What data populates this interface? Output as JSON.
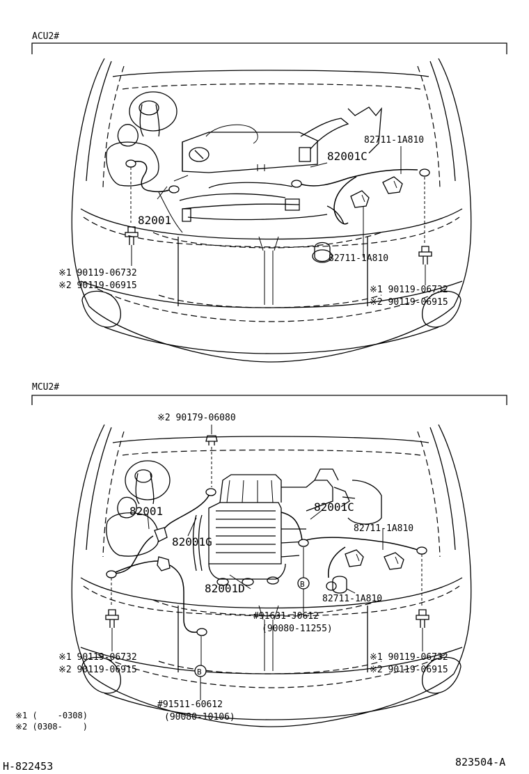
{
  "sections": {
    "acu": {
      "header": "ACU2#",
      "labels": {
        "part_82001": "82001",
        "part_82001c": "82001C",
        "part_sensor_top": "82711-1A810",
        "part_sensor_bottom": "82711-1A810",
        "bolt_left_1": "※1 90119-06732",
        "bolt_left_2": "※2 90119-06915",
        "bolt_right_1": "※1 90119-06732",
        "bolt_right_2": "※2 90119-06915"
      }
    },
    "mcu": {
      "header": "MCU2#",
      "labels": {
        "nut_top": "※2 90179-06080",
        "part_82001": "82001",
        "part_82001g": "82001G",
        "part_82001d": "82001D",
        "part_82001c": "82001C",
        "part_sensor_top": "82711-1A810",
        "part_sensor_bottom": "82711-1A810",
        "clamp_b_upper_1": "#91631-J0612",
        "clamp_b_upper_2": "(90080-11255)",
        "clamp_b_lower_1": "#91511-60612",
        "clamp_b_lower_2": "(90080-10106)",
        "bolt_left_1": "※1 90119-06732",
        "bolt_left_2": "※2 90119-06915",
        "bolt_right_1": "※1 90119-06732",
        "bolt_right_2": "※2 90119-06915",
        "callout_b": "B"
      }
    }
  },
  "footnotes": {
    "note1": "※1 (    -0308)",
    "note2": "※2 (0308-    )"
  },
  "footer": {
    "left_code": "H-822453",
    "right_code": "823504-A"
  }
}
